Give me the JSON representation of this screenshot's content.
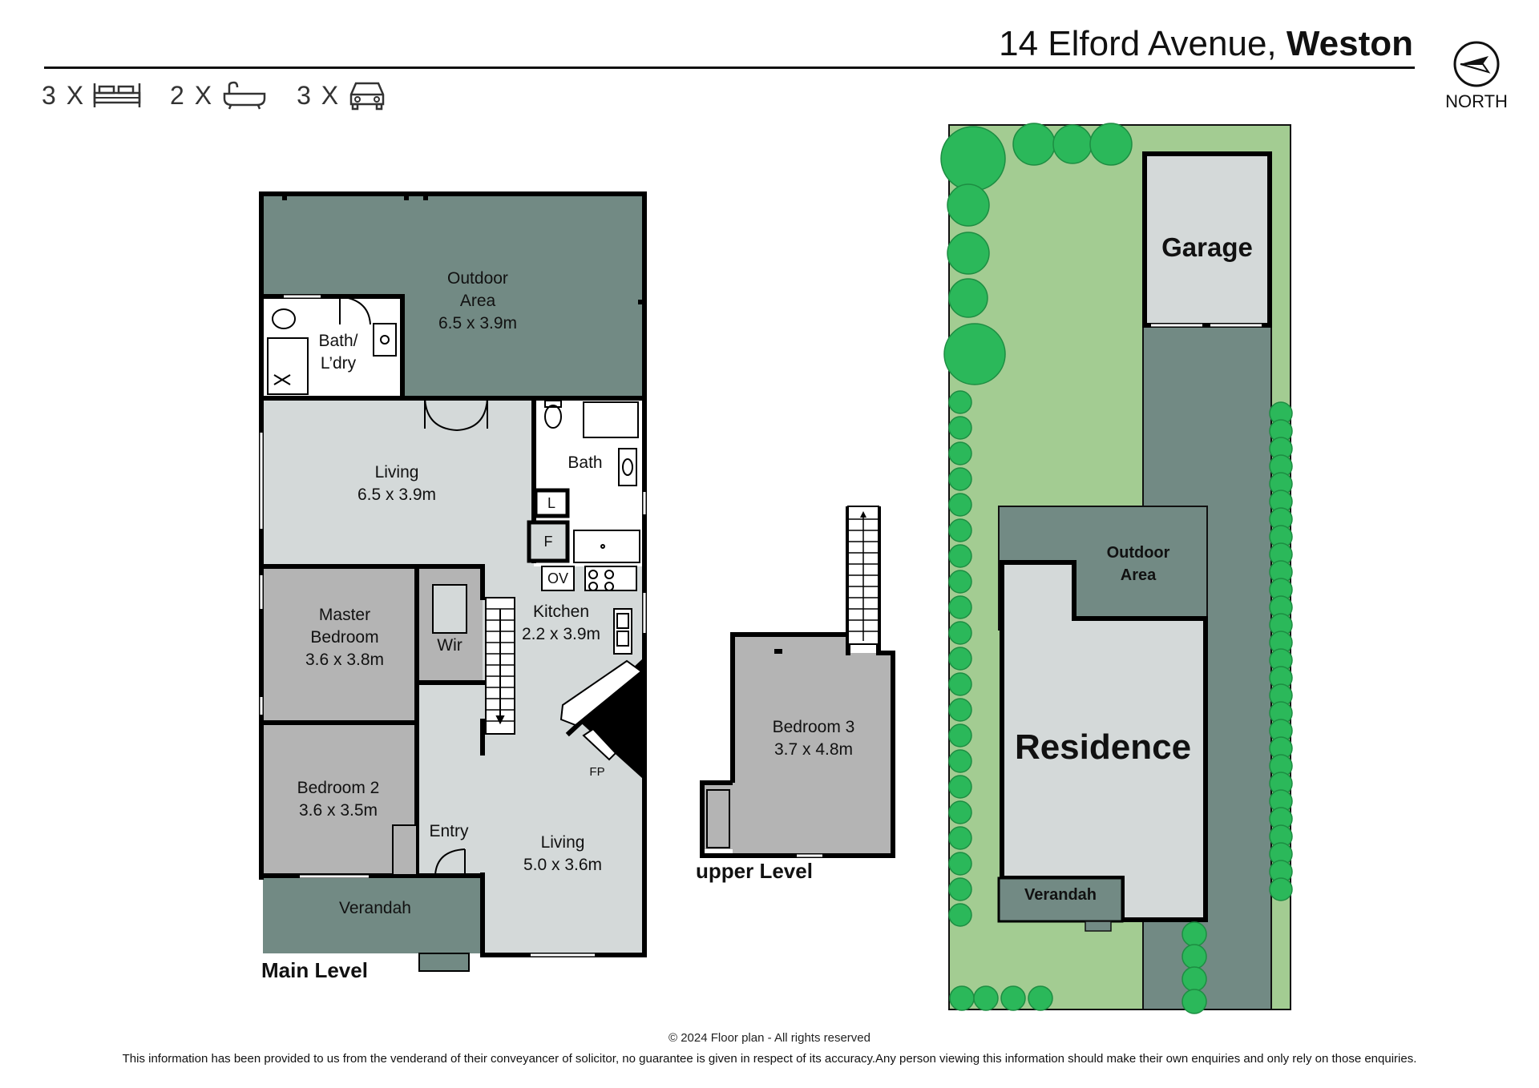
{
  "header": {
    "address": "14 Elford Avenue,",
    "suburb": "Weston",
    "north_label": "NORTH"
  },
  "specs": {
    "beds": "3 X",
    "baths": "2 X",
    "cars": "3 X"
  },
  "rooms": {
    "outdoor": {
      "name": "Outdoor",
      "name2": "Area",
      "dims": "6.5 x 3.9m"
    },
    "bath_laundry": {
      "name": "Bath/",
      "name2": "L’dry"
    },
    "living1": {
      "name": "Living",
      "dims": "6.5 x 3.9m"
    },
    "bath": {
      "name": "Bath"
    },
    "linen": "L",
    "fridge": "F",
    "oven": "OV",
    "kitchen": {
      "name": "Kitchen",
      "dims": "2.2 x 3.9m"
    },
    "master": {
      "name": "Master",
      "name2": "Bedroom",
      "dims": "3.6 x 3.8m"
    },
    "wir": "Wir",
    "fireplace": "FP",
    "bed2": {
      "name": "Bedroom 2",
      "dims": "3.6 x 3.5m"
    },
    "entry": "Entry",
    "living2": {
      "name": "Living",
      "dims": "5.0 x 3.6m"
    },
    "verandah": "Verandah",
    "bed3": {
      "name": "Bedroom 3",
      "dims": "3.7 x 4.8m"
    }
  },
  "levels": {
    "main": "Main Level",
    "upper": "upper Level"
  },
  "site": {
    "garage": "Garage",
    "outdoor": "Outdoor",
    "outdoor2": "Area",
    "residence": "Residence",
    "verandah": "Verandah"
  },
  "footer": {
    "copyright": "© 2024 Floor plan  - All rights reserved",
    "disclaimer": "This information has been provided to us from the venderand of their conveyancer of solicitor, no guarantee is given in respect of its accuracy.Any person viewing this information should make their own enquiries and only rely on those enquiries."
  },
  "colors": {
    "outdoor": "#728a84",
    "room_light": "#d4d9d9",
    "room_dark": "#b4b4b4",
    "lawn": "#a3cc92",
    "tree": "#2bb85a",
    "driveway": "#728a84",
    "wall": "#000000"
  }
}
